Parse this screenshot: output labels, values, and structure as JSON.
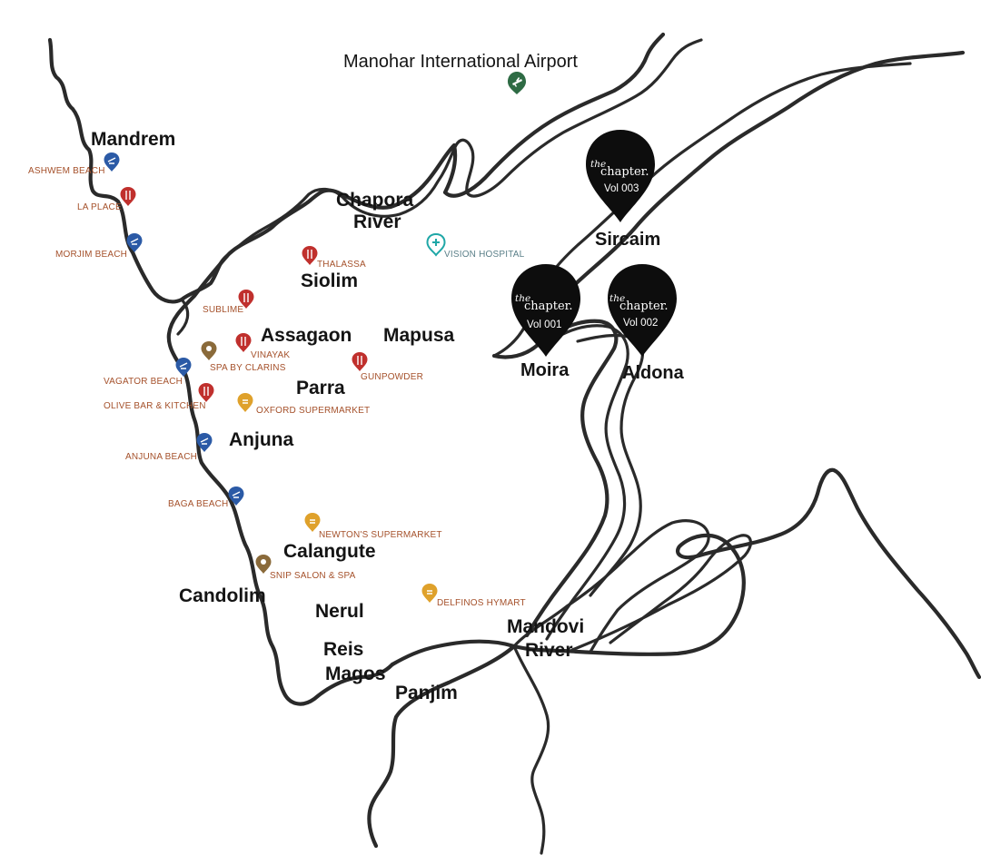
{
  "airport": {
    "label": "Manohar International Airport",
    "icon": "airplane-icon",
    "color": "#2e6b44"
  },
  "rivers": {
    "chapora": [
      "Chapora",
      "River"
    ],
    "mandovi": [
      "Mandovi",
      "River"
    ]
  },
  "towns": {
    "mandrem": "Mandrem",
    "siolim": "Siolim",
    "assagaon": "Assagaon",
    "mapusa": "Mapusa",
    "parra": "Parra",
    "anjuna": "Anjuna",
    "calangute": "Calangute",
    "candolim": "Candolim",
    "nerul": "Nerul",
    "reis_magos": [
      "Reis",
      "Magos"
    ],
    "panjim": "Panjim"
  },
  "chapter_locations": {
    "brand_the": "the",
    "brand_word": "chapter.",
    "sircaim": {
      "vol": "Vol 003",
      "place": "Sircaim"
    },
    "moira": {
      "vol": "Vol 001",
      "place": "Moira"
    },
    "aldona": {
      "vol": "Vol 002",
      "place": "Aldona"
    }
  },
  "pois": {
    "ashwem_beach": "ASHWEM BEACH",
    "la_place": "LA PLACE",
    "morjim_beach": "MORJIM BEACH",
    "thalassa": "THALASSA",
    "sublime": "SUBLIME",
    "vinayak": "VINAYAK",
    "spa_by_clarins": "SPA BY CLARINS",
    "vagator_beach": "VAGATOR BEACH",
    "gunpowder": "GUNPOWDER",
    "olive_bar": "OLIVE BAR & KITCHEN",
    "oxford_supermarket": "OXFORD SUPERMARKET",
    "anjuna_beach": "ANJUNA BEACH",
    "baga_beach": "BAGA BEACH",
    "newtons_supermarket": "NEWTON'S SUPERMARKET",
    "snip_salon": "SNIP SALON & SPA",
    "delfinos": "DELFINOS HYMART",
    "vision_hospital": "VISION HOSPITAL"
  },
  "pin_colors": {
    "beach": "#2b5aa6",
    "restaurant": "#c0302d",
    "spa": "#8a6a3a",
    "supermarket": "#dfa12b",
    "hospital": "#1fa7a7",
    "chapter": "#0d0d0d"
  }
}
